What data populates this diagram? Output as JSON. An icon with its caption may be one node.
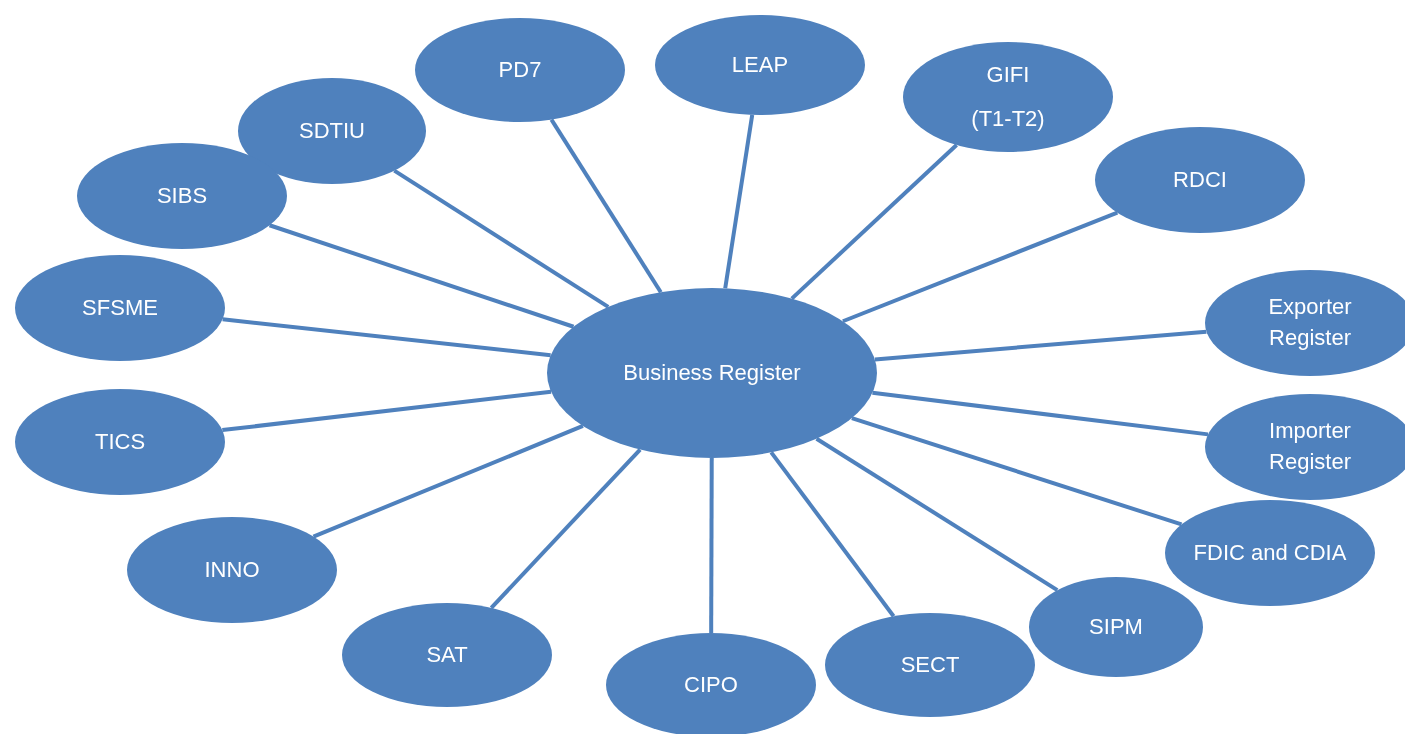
{
  "diagram": {
    "nodes": [
      {
        "text": [
          "LEAP"
        ]
      },
      {
        "text": [
          "PD7"
        ]
      },
      {
        "text": [
          "GIFI (T1-T2)"
        ]
      },
      {
        "text": [
          "SDTIU"
        ]
      },
      {
        "text": [
          "RDCI"
        ]
      },
      {
        "text": [
          "SIBS"
        ]
      },
      {
        "text": [
          "SFSME"
        ]
      },
      {
        "text": [
          "Exporter Register"
        ]
      },
      {
        "text": [
          "Business Register"
        ]
      },
      {
        "text": [
          "TICS"
        ]
      },
      {
        "text": [
          "Importer Register"
        ]
      },
      {
        "text": [
          "FDIC and CDIA"
        ]
      },
      {
        "text": [
          "INNO"
        ]
      },
      {
        "text": [
          "SIPM"
        ]
      },
      {
        "text": [
          "SAT"
        ]
      },
      {
        "text": [
          "SECT"
        ]
      },
      {
        "text": [
          "CIPO"
        ]
      }
    ],
    "edges": [
      {
        "from": 8,
        "to": 0,
        "arrow": "none"
      },
      {
        "from": 8,
        "to": 1,
        "arrow": "none"
      },
      {
        "from": 8,
        "to": 2,
        "arrow": "none"
      },
      {
        "from": 8,
        "to": 3,
        "arrow": "none"
      },
      {
        "from": 8,
        "to": 4,
        "arrow": "none"
      },
      {
        "from": 8,
        "to": 5,
        "arrow": "none"
      },
      {
        "from": 8,
        "to": 6,
        "arrow": "none"
      },
      {
        "from": 8,
        "to": 7,
        "arrow": "none"
      },
      {
        "from": 8,
        "to": 9,
        "arrow": "none"
      },
      {
        "from": 8,
        "to": 10,
        "arrow": "none"
      },
      {
        "from": 8,
        "to": 11,
        "arrow": "none"
      },
      {
        "from": 8,
        "to": 12,
        "arrow": "none"
      },
      {
        "from": 8,
        "to": 13,
        "arrow": "none"
      },
      {
        "from": 8,
        "to": 14,
        "arrow": "none"
      },
      {
        "from": 8,
        "to": 15,
        "arrow": "none"
      },
      {
        "from": 8,
        "to": 16,
        "arrow": "none"
      }
    ]
  }
}
